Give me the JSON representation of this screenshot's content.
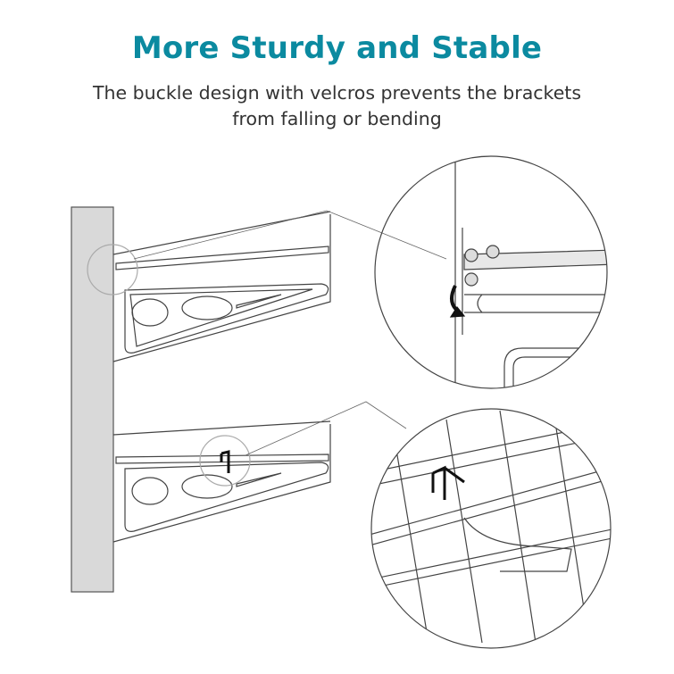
{
  "heading": "More Sturdy and Stable",
  "subtitle_line1": "The buckle design with velcros prevents the brackets",
  "subtitle_line2": "from falling or bending",
  "colors": {
    "accent": "#0b8aa0",
    "wall": "#d9d9d9",
    "line": "#444444"
  }
}
